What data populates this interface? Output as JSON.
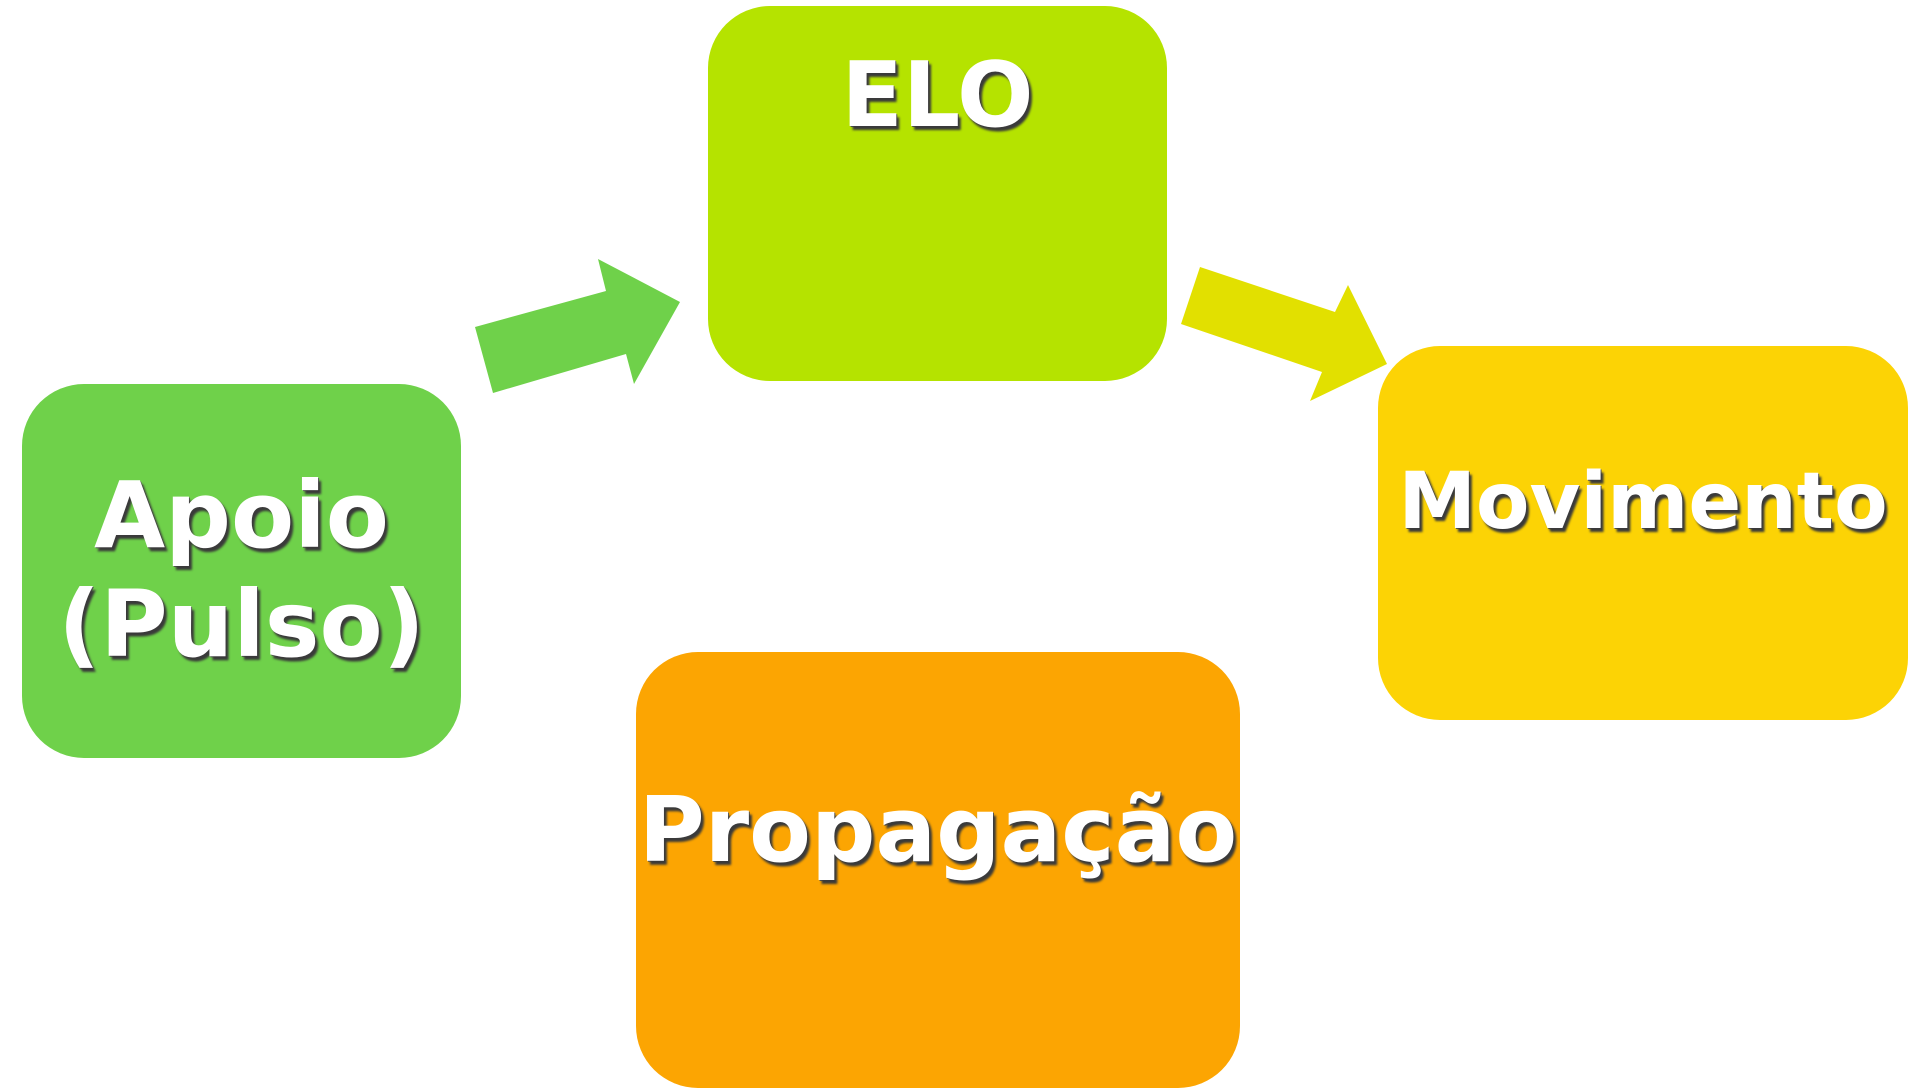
{
  "diagram": {
    "nodes": [
      {
        "id": "apoio",
        "lines": [
          "Apoio",
          "(Pulso)"
        ],
        "color": "#6fd14a"
      },
      {
        "id": "elo",
        "lines": [
          "ELO"
        ],
        "color": "#b5e300"
      },
      {
        "id": "movimento",
        "lines": [
          "Movimento"
        ],
        "color": "#fcd305"
      },
      {
        "id": "propagacao",
        "lines": [
          "Propagação"
        ],
        "color": "#fca502"
      }
    ],
    "arrows": [
      {
        "from": "apoio",
        "to": "elo",
        "color": "#6fd14a"
      },
      {
        "from": "elo",
        "to": "movimento",
        "color": "#e2e000"
      }
    ]
  }
}
